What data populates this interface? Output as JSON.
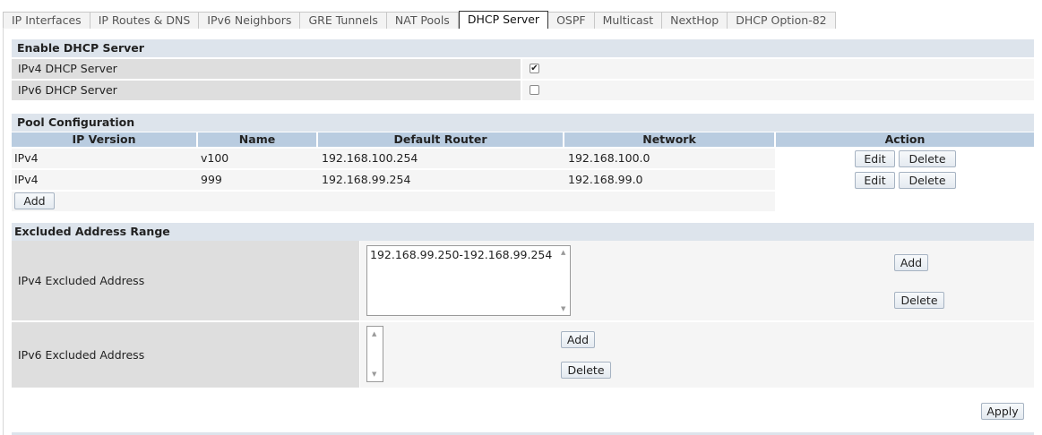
{
  "tabs": [
    {
      "label": "IP Interfaces",
      "active": false
    },
    {
      "label": "IP Routes & DNS",
      "active": false
    },
    {
      "label": "IPv6 Neighbors",
      "active": false
    },
    {
      "label": "GRE Tunnels",
      "active": false
    },
    {
      "label": "NAT Pools",
      "active": false
    },
    {
      "label": "DHCP Server",
      "active": true
    },
    {
      "label": "OSPF",
      "active": false
    },
    {
      "label": "Multicast",
      "active": false
    },
    {
      "label": "NextHop",
      "active": false
    },
    {
      "label": "DHCP Option-82",
      "active": false
    }
  ],
  "enable_section": {
    "title": "Enable DHCP Server",
    "rows": [
      {
        "label": "IPv4 DHCP Server",
        "checked": true
      },
      {
        "label": "IPv6 DHCP Server",
        "checked": false
      }
    ]
  },
  "pool_section": {
    "title": "Pool Configuration",
    "columns": [
      "IP Version",
      "Name",
      "Default Router",
      "Network",
      "Action"
    ],
    "rows": [
      {
        "ip_version": "IPv4",
        "name": "v100",
        "default_router": "192.168.100.254",
        "network": "192.168.100.0"
      },
      {
        "ip_version": "IPv4",
        "name": "999",
        "default_router": "192.168.99.254",
        "network": "192.168.99.0"
      }
    ],
    "edit_label": "Edit",
    "delete_label": "Delete",
    "add_label": "Add"
  },
  "excluded_section": {
    "title": "Excluded Address Range",
    "ipv4_label": "IPv4 Excluded Address",
    "ipv4_value": "192.168.99.250-192.168.99.254",
    "ipv6_label": "IPv6 Excluded Address",
    "ipv6_value": "",
    "add_label": "Add",
    "delete_label": "Delete"
  },
  "apply_label": "Apply",
  "icons": {
    "checkmark": "✔",
    "scroll_up": "▲",
    "scroll_down": "▼"
  }
}
